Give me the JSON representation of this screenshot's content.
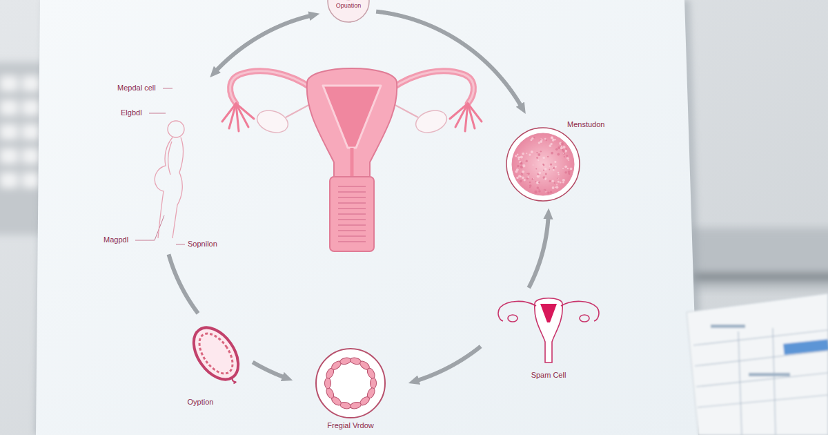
{
  "diagram": {
    "nodes": [
      {
        "text": [
          "Opuation"
        ]
      },
      {
        "text": [
          "Menstudon"
        ]
      },
      {
        "text": [
          "Spam Cell"
        ]
      },
      {
        "text": [
          "Fregial Vrdow"
        ]
      },
      {
        "text": [
          "Oyption"
        ]
      },
      {
        "text": [
          "Mepdal cell",
          "Elgbdl",
          "Magpdl",
          "Sopnilon"
        ]
      }
    ],
    "edges": [
      {
        "from": 0,
        "to": 1,
        "arrow": "to"
      },
      {
        "from": 2,
        "to": 1,
        "arrow": "to"
      },
      {
        "from": 2,
        "to": 3,
        "arrow": "to"
      },
      {
        "from": 4,
        "to": 3,
        "arrow": "to"
      },
      {
        "from": 5,
        "to": 4,
        "arrow": "none"
      },
      {
        "from": 5,
        "to": 0,
        "arrow": "both"
      }
    ]
  }
}
